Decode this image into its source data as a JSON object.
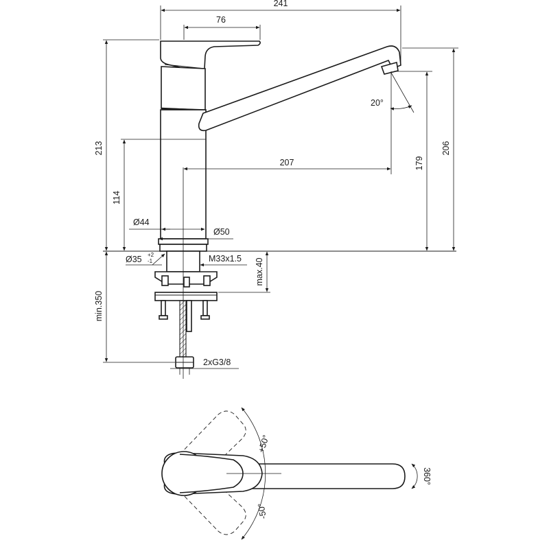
{
  "front_view": {
    "dims": {
      "width_total": "241",
      "handle_length": "76",
      "height_total": "213",
      "height_outlet": "206",
      "height_under_spout": "179",
      "spout_reach": "207",
      "body_lower_height": "114",
      "dia_body": "Ø44",
      "dia_base": "Ø50",
      "dia_hole": "Ø35",
      "dia_hole_tol_plus": "+2",
      "dia_hole_tol_minus": "-1",
      "thread": "M33x1.5",
      "max_thickness": "max.40",
      "min_hose": "min.350",
      "connection": "2xG3/8",
      "spout_angle": "20°"
    }
  },
  "top_view": {
    "labels": {
      "handle_plus": "+50°",
      "handle_minus": "-50°",
      "spout_rotation": "360°"
    }
  }
}
